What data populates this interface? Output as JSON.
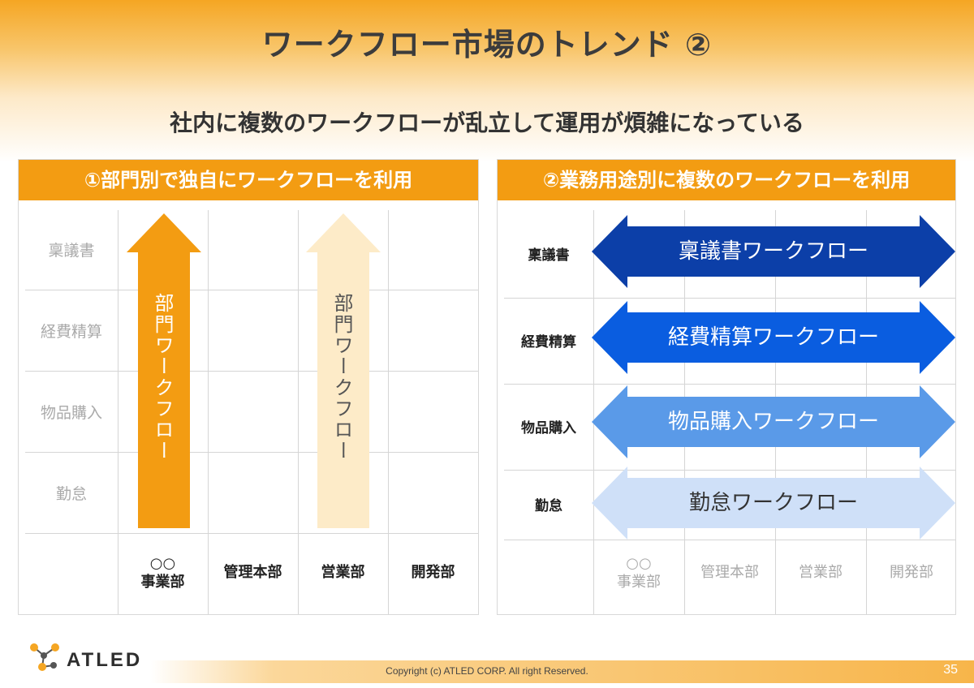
{
  "slide": {
    "title": "ワークフロー市場のトレンド ②",
    "subtitle": "社内に複数のワークフローが乱立して運用が煩雑になっている",
    "page_number": "35",
    "copyright": "Copyright (c)  ATLED CORP. All right Reserved.",
    "logo_text": "ATLED"
  },
  "left_panel": {
    "heading": "①部門別で独自にワークフローを利用",
    "rows": [
      "稟議書",
      "経費精算",
      "物品購入",
      "勤怠"
    ],
    "columns": [
      "○○\n事業部",
      "管理本部",
      "営業部",
      "開発部"
    ],
    "arrows": [
      {
        "label": "部門ワークフロー",
        "column": "○○事業部",
        "color": "#f39c12"
      },
      {
        "label": "部門ワークフロー",
        "column": "営業部",
        "color": "#fdebc8"
      }
    ]
  },
  "right_panel": {
    "heading": "②業務用途別に複数のワークフローを利用",
    "rows": [
      "稟議書",
      "経費精算",
      "物品購入",
      "勤怠"
    ],
    "columns": [
      "○○\n事業部",
      "管理本部",
      "営業部",
      "開発部"
    ],
    "arrows": [
      {
        "label": "稟議書ワークフロー",
        "color": "#0c3fa8"
      },
      {
        "label": "経費精算ワークフロー",
        "color": "#0a5de0"
      },
      {
        "label": "物品購入ワークフロー",
        "color": "#5a9ae8"
      },
      {
        "label": "勤怠ワークフロー",
        "color": "#cfe0f8"
      }
    ]
  },
  "colors": {
    "accent_orange": "#f39c12",
    "title_text": "#3c3c3c"
  }
}
